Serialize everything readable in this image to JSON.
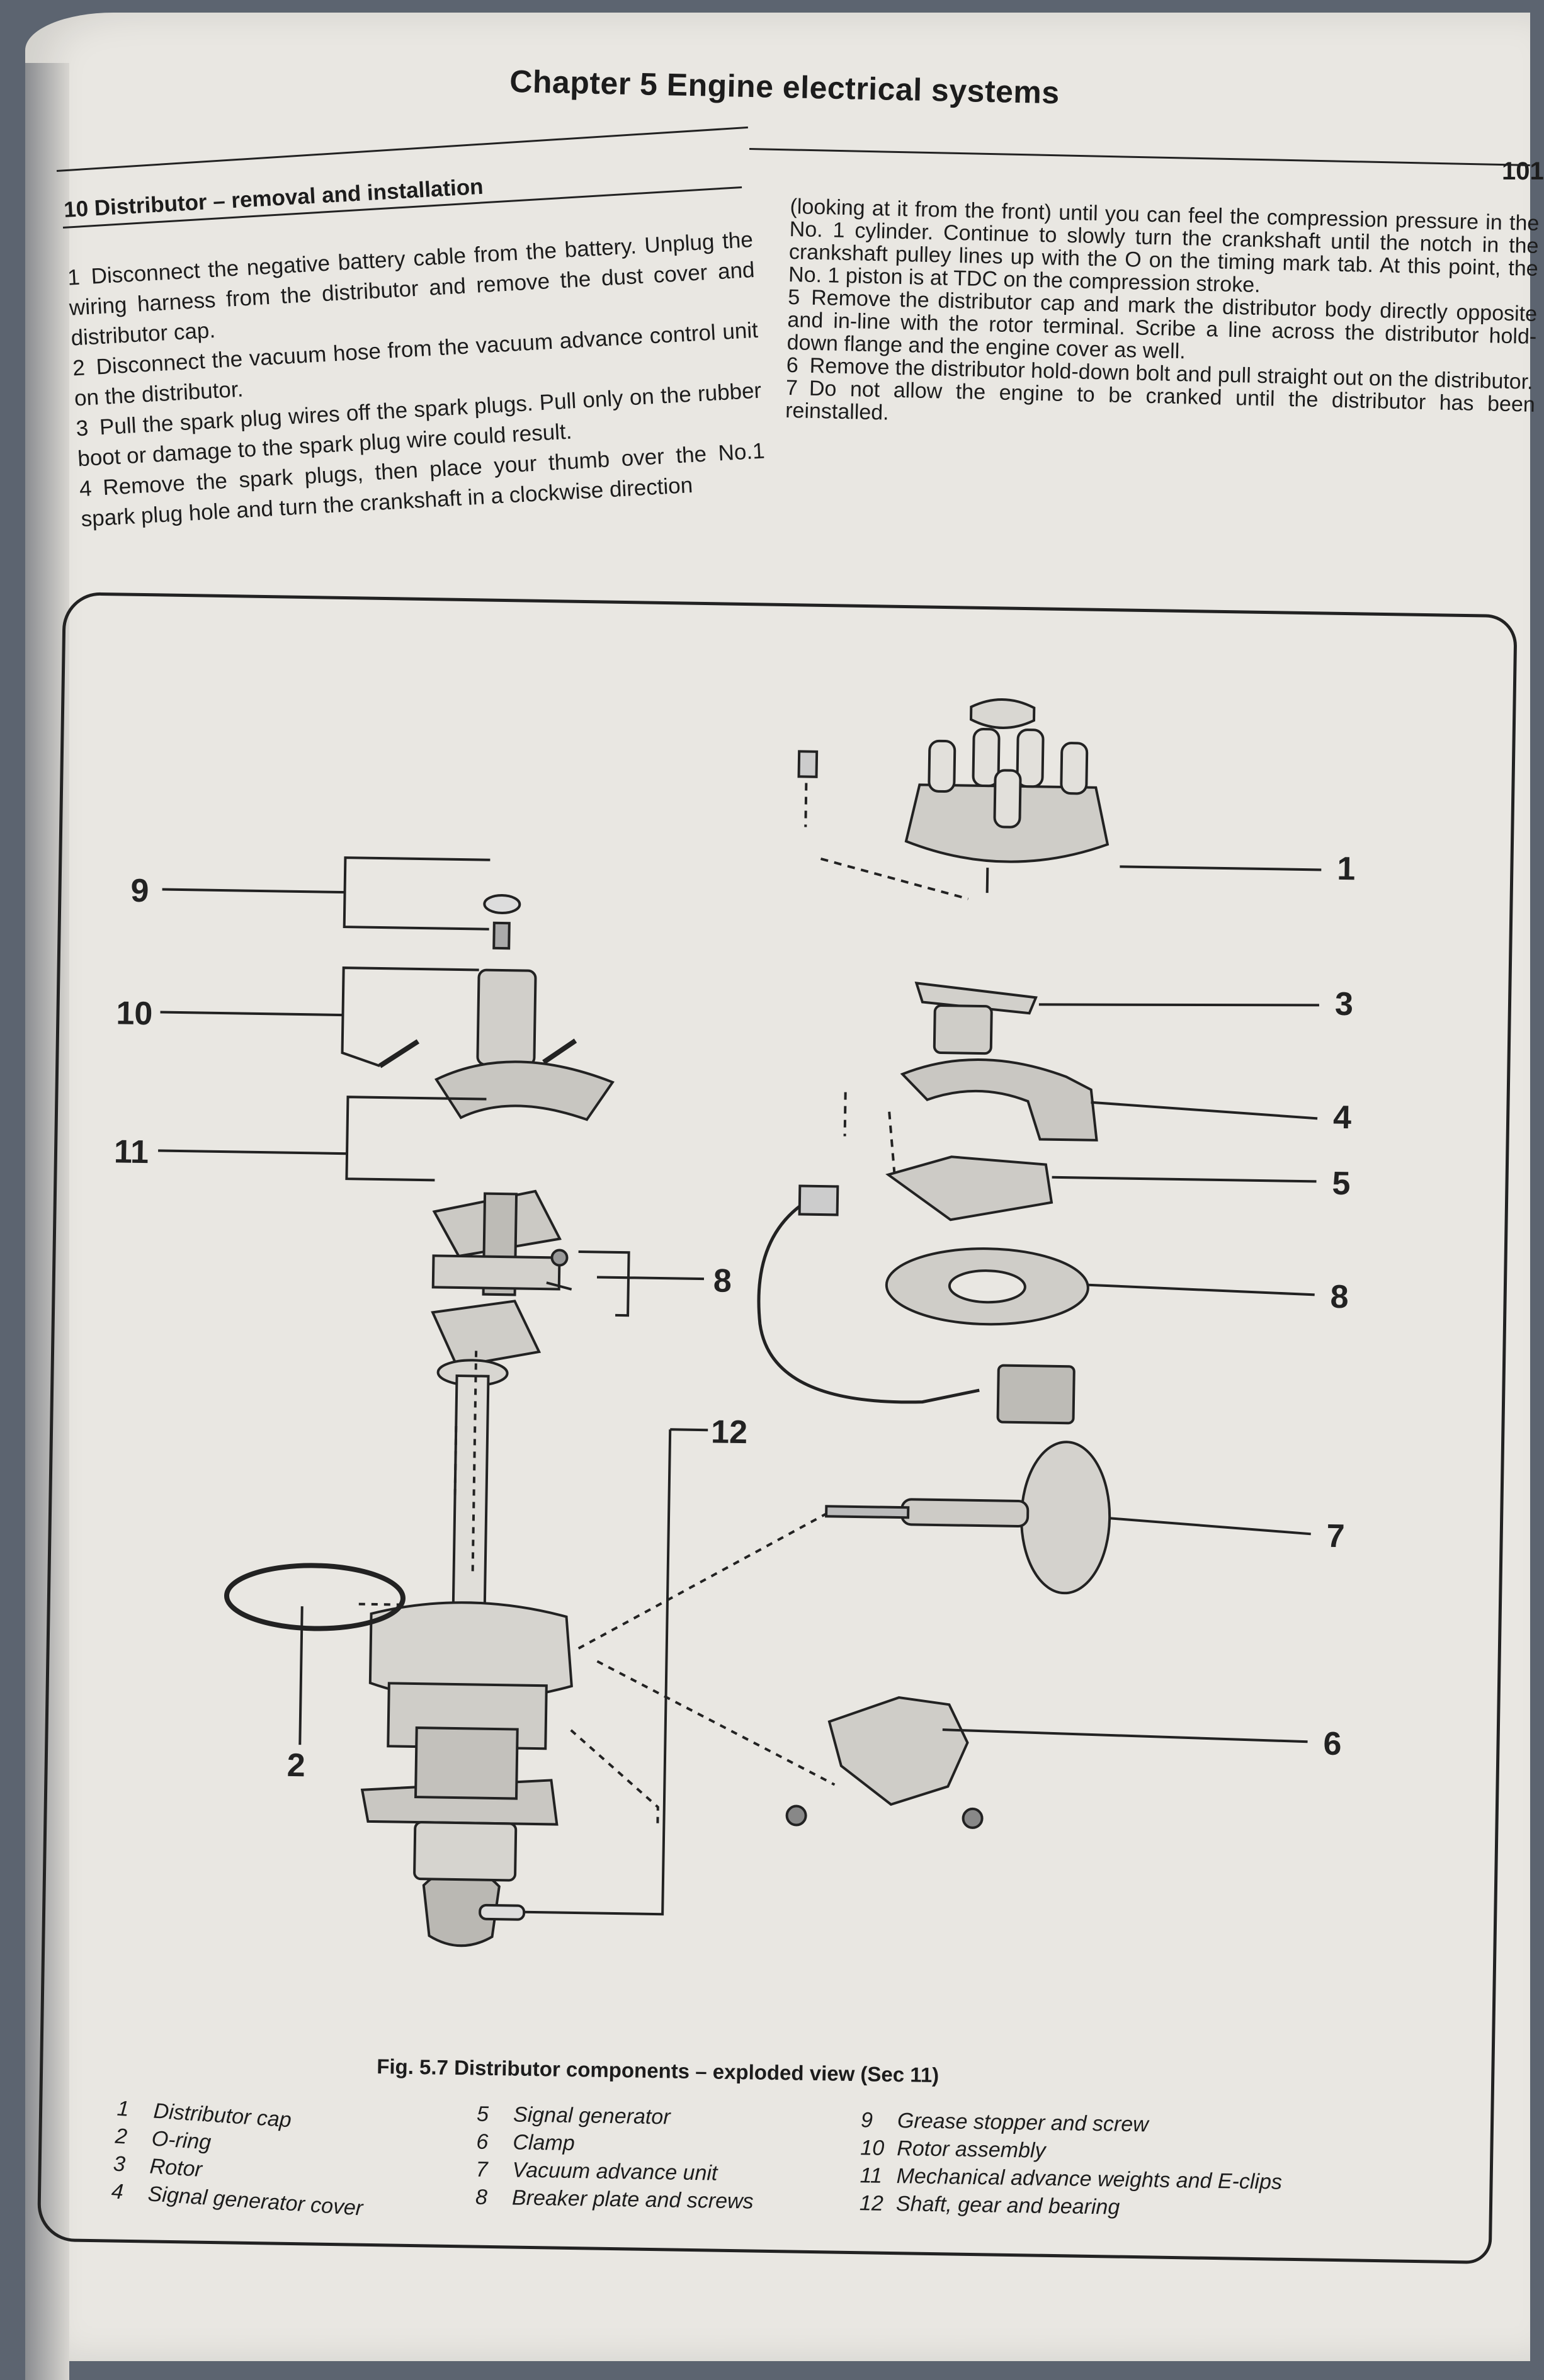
{
  "header": {
    "chapter_title": "Chapter 5  Engine electrical systems",
    "page_number": "101"
  },
  "left_column": {
    "section_heading": "10  Distributor – removal and installation",
    "paragraphs": [
      {
        "num": "1",
        "text": "Disconnect the negative battery cable from the battery. Unplug the wiring harness from the distributor and remove the dust cover and distributor cap."
      },
      {
        "num": "2",
        "text": "Disconnect the vacuum hose from the vacuum advance control unit on the distributor."
      },
      {
        "num": "3",
        "text": "Pull the spark plug wires off the spark plugs.  Pull only on the rubber boot or damage to the spark plug wire could result."
      },
      {
        "num": "4",
        "text": "Remove the spark plugs, then place your thumb over the No.1 spark plug hole and turn  the crankshaft in a clockwise direction"
      }
    ]
  },
  "right_column": {
    "paragraphs": [
      {
        "num": "",
        "text": "(looking at it from the front) until you can feel the compression pressure in the No. 1 cylinder. Continue to slowly turn the crankshaft until the notch in the crankshaft pulley lines up with the O on the timing mark tab. At this point, the No. 1 piston is at TDC on the compression stroke."
      },
      {
        "num": "5",
        "text": "Remove the distributor cap and mark the distributor body directly opposite and in-line with the rotor terminal. Scribe a line across the distributor hold-down flange and the engine cover as well."
      },
      {
        "num": "6",
        "text": "Remove the distributor hold-down bolt and pull straight out on the distributor."
      },
      {
        "num": "7",
        "text": "Do not allow the engine to be cranked until the distributor has been reinstalled."
      }
    ]
  },
  "figure": {
    "callouts": {
      "c1": "1",
      "c3": "3",
      "c4": "4",
      "c5": "5",
      "c8r": "8",
      "c8l": "8",
      "c7": "7",
      "c6": "6",
      "c9": "9",
      "c10": "10",
      "c11": "11",
      "c12": "12",
      "c2": "2"
    },
    "caption": "Fig. 5.7  Distributor components – exploded view  (Sec 11)",
    "legend": [
      {
        "num": "1",
        "label": "Distributor cap"
      },
      {
        "num": "2",
        "label": "O-ring"
      },
      {
        "num": "3",
        "label": "Rotor"
      },
      {
        "num": "4",
        "label": "Signal generator cover"
      },
      {
        "num": "5",
        "label": "Signal generator"
      },
      {
        "num": "6",
        "label": "Clamp"
      },
      {
        "num": "7",
        "label": "Vacuum advance unit"
      },
      {
        "num": "8",
        "label": "Breaker plate and screws"
      },
      {
        "num": "9",
        "label": "Grease stopper and screw"
      },
      {
        "num": "10",
        "label": "Rotor assembly"
      },
      {
        "num": "11",
        "label": "Mechanical advance weights and E-clips"
      },
      {
        "num": "12",
        "label": "Shaft, gear and bearing"
      }
    ]
  }
}
